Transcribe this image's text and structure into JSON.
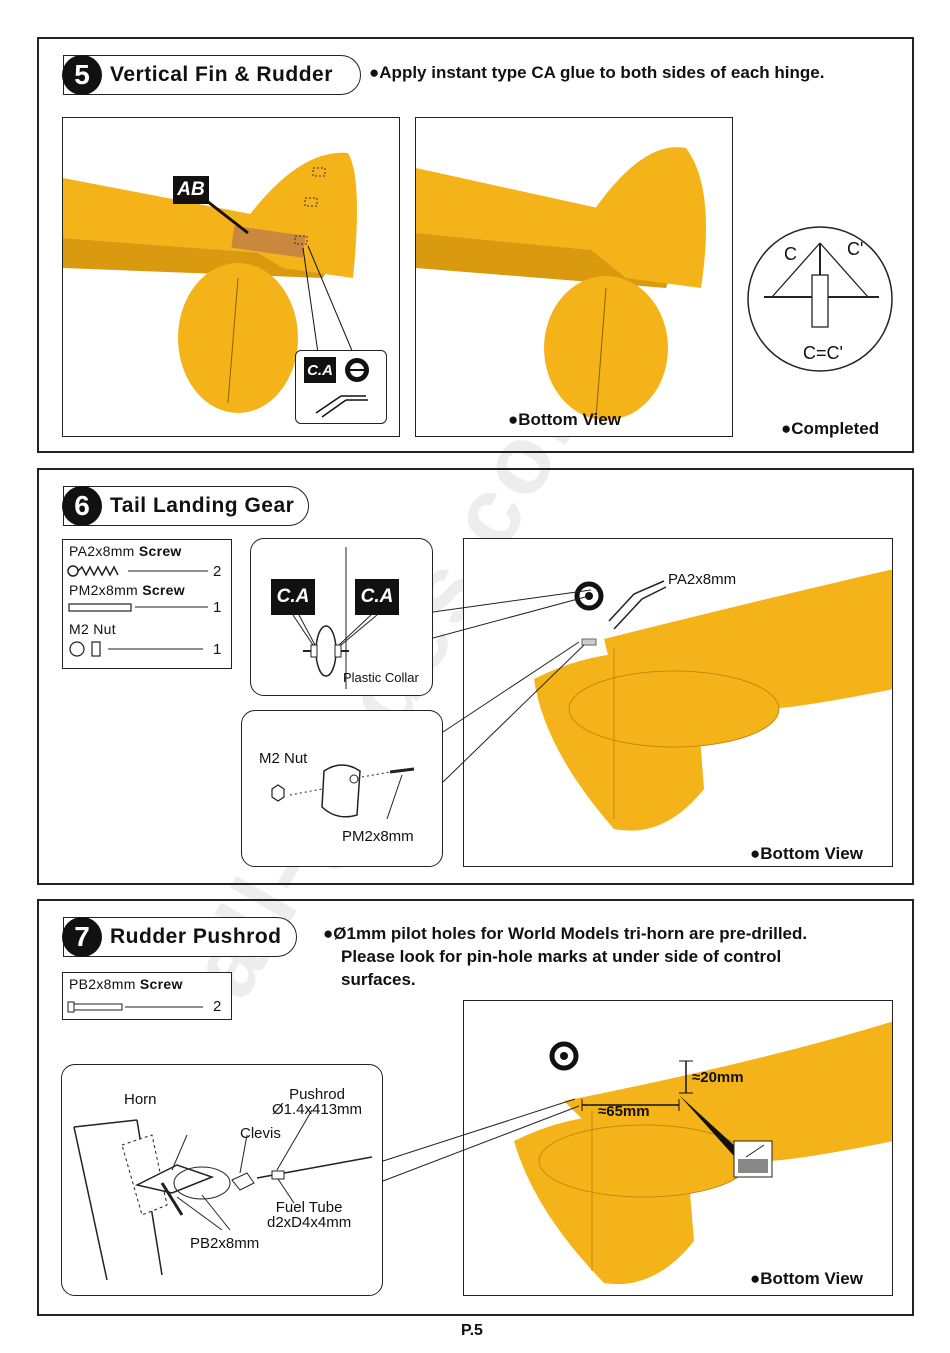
{
  "step5": {
    "number": "5",
    "title": "Vertical Fin & Rudder",
    "note": "Apply instant type CA glue to both sides of each hinge.",
    "label_ab": "AB",
    "label_ca": "C.A",
    "bottom_view": "Bottom View",
    "completed": "Completed",
    "diagram_c": "C",
    "diagram_c_prime": "C'",
    "diagram_eq": "C=C'"
  },
  "step6": {
    "number": "6",
    "title": "Tail Landing Gear",
    "hardware": [
      {
        "size": "PA2x8mm",
        "type": "Screw",
        "qty": "2"
      },
      {
        "size": "PM2x8mm",
        "type": "Screw",
        "qty": "1"
      },
      {
        "size": "M2 Nut",
        "type": "",
        "qty": "1"
      }
    ],
    "ca_left": "C.A",
    "ca_right": "C.A",
    "plastic_collar": "Plastic Collar",
    "m2_nut": "M2 Nut",
    "pm2x8mm": "PM2x8mm",
    "pa2x8mm": "PA2x8mm",
    "bottom_view": "Bottom View"
  },
  "step7": {
    "number": "7",
    "title": "Rudder Pushrod",
    "note_lines": [
      "Ø1mm pilot holes for World Models tri-horn are pre-drilled.",
      "Please look for pin-hole marks at under side of control",
      "surfaces."
    ],
    "hardware": [
      {
        "size": "PB2x8mm",
        "type": "Screw",
        "qty": "2"
      }
    ],
    "horn": "Horn",
    "pushrod": "Pushrod",
    "pushrod_size": "Ø1.4x413mm",
    "clevis": "Clevis",
    "fuel_tube": "Fuel Tube",
    "fuel_tube_size": "d2xD4x4mm",
    "pb2x8mm": "PB2x8mm",
    "dim_20": "≈20mm",
    "dim_65": "≈65mm",
    "bottom_view": "Bottom View"
  },
  "watermark": "all-guides.com",
  "page_number": "P.5",
  "colors": {
    "fuselage": "#f5b31a",
    "fuselage_shade": "#d99a10",
    "ink": "#111111"
  }
}
